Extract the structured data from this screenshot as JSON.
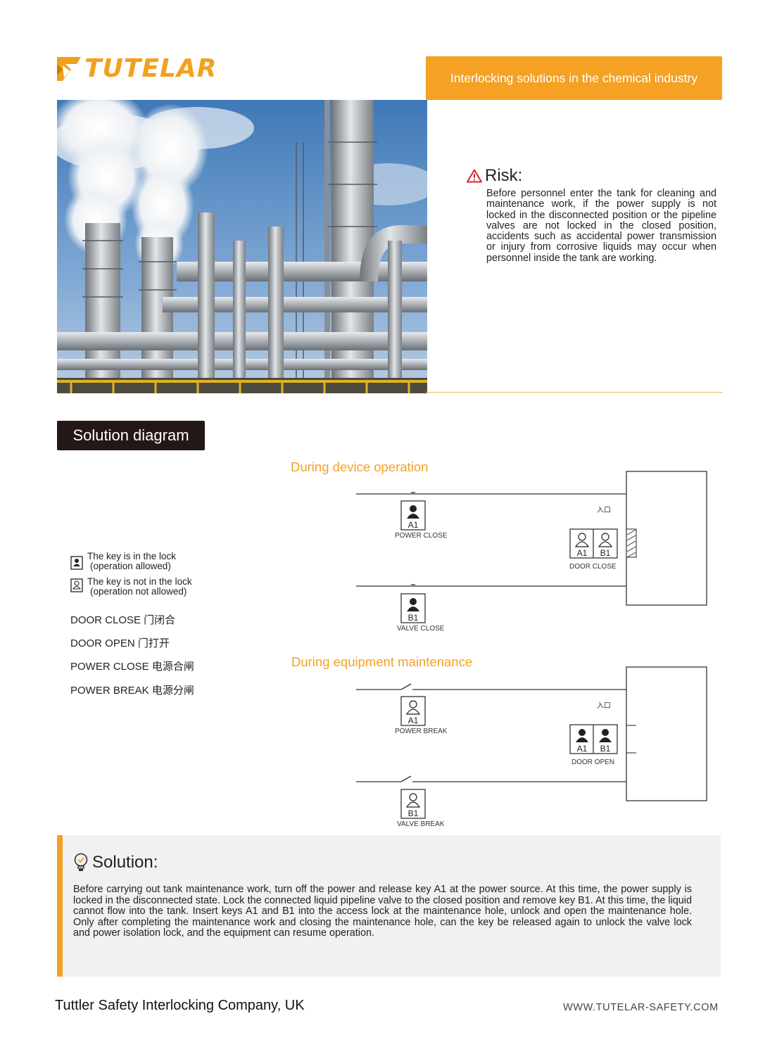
{
  "brand": {
    "name": "TUTELAR",
    "color": "#f2a01e"
  },
  "banner": {
    "title": "Interlocking solutions in the chemical industry",
    "color": "#f4a124"
  },
  "risk": {
    "title": "Risk:",
    "icon": "warning-triangle-icon",
    "body": "Before personnel enter the tank for cleaning and maintenance work, if the power supply is not locked in the disconnected position or the pipeline valves are not locked in the closed position, accidents such as accidental power transmission or injury from corrosive liquids may occur when personnel inside the tank are working."
  },
  "solution_diagram": {
    "label": "Solution diagram",
    "legend": [
      {
        "line1": "The key is in the lock",
        "line2": "(operation allowed)",
        "icon": "key-in-lock-icon"
      },
      {
        "line1": "The key is not in the lock",
        "line2": "(operation not allowed)",
        "icon": "key-not-in-lock-icon"
      }
    ],
    "terms": [
      "DOOR CLOSE 门闭合",
      "DOOR OPEN 门打开",
      "POWER CLOSE 电源合闸",
      "POWER BREAK 电源分闸"
    ],
    "operation": {
      "title": "During device operation",
      "entrance": "入口",
      "power_key": "A1",
      "power_label": "POWER CLOSE",
      "valve_key": "B1",
      "valve_label": "VALVE CLOSE",
      "door_keys": [
        "A1",
        "B1"
      ],
      "door_label": "DOOR CLOSE"
    },
    "maintenance": {
      "title": "During equipment maintenance",
      "entrance": "入口",
      "power_key": "A1",
      "power_label": "POWER BREAK",
      "valve_key": "B1",
      "valve_label": "VALVE BREAK",
      "door_keys": [
        "A1",
        "B1"
      ],
      "door_label": "DOOR OPEN"
    }
  },
  "solution": {
    "title": "Solution:",
    "icon": "lightbulb-icon",
    "body": "Before carrying out tank maintenance work, turn off the power and release key A1 at the power source. At this time, the power supply is locked in the disconnected state. Lock the connected liquid pipeline valve to the closed position and remove key B1. At this time, the liquid cannot flow into the tank. Insert keys A1 and B1 into the access lock at the maintenance hole, unlock and open the maintenance hole. Only after completing the maintenance work and closing the maintenance hole, can the key be released again to unlock the valve lock and power isolation lock, and the equipment can resume operation."
  },
  "footer": {
    "company": "Tuttler Safety Interlocking Company, UK",
    "website": "WWW.TUTELAR-SAFETY.COM"
  }
}
